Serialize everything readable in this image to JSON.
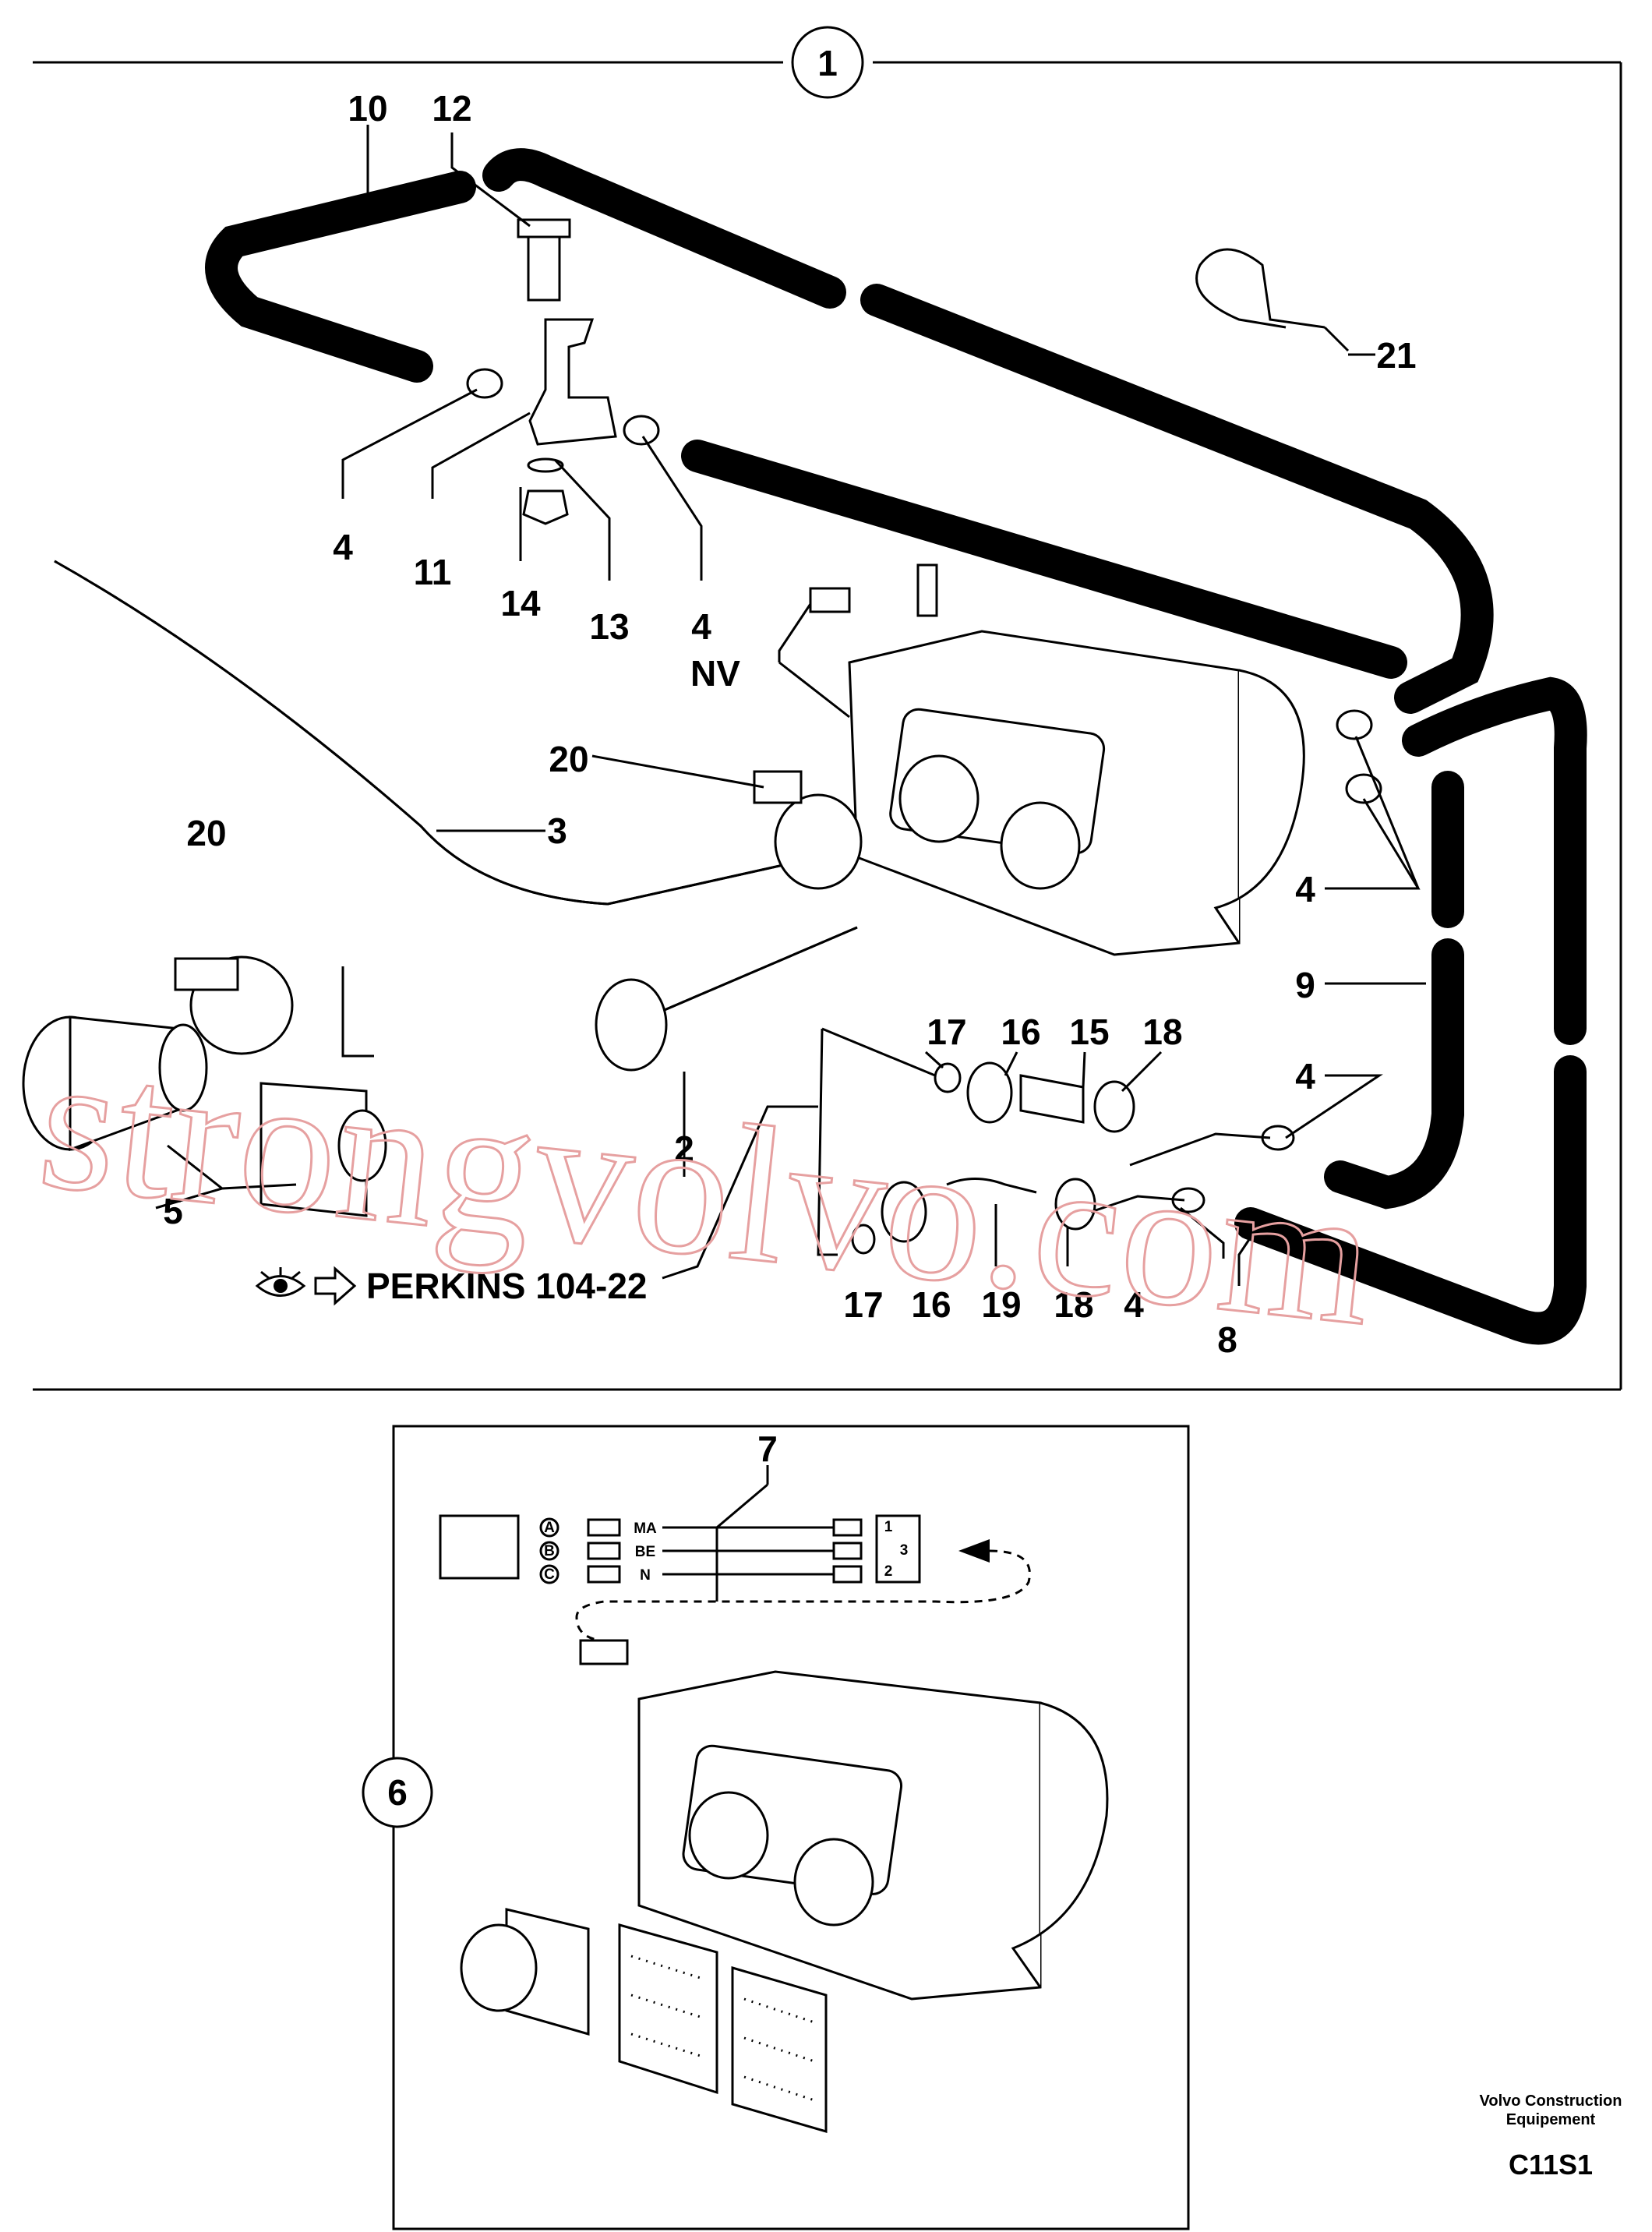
{
  "callouts": {
    "main": [
      "10",
      "12",
      "21",
      "4",
      "11",
      "14",
      "13",
      "4",
      "NV",
      "20",
      "3",
      "20",
      "4",
      "9",
      "17",
      "16",
      "15",
      "18",
      "4",
      "2",
      "5",
      "17",
      "16",
      "19",
      "18",
      "4",
      "8"
    ],
    "inset": [
      "7",
      "6"
    ],
    "section_main": "1",
    "perkins_ref": "PERKINS 104-22"
  },
  "wiring": {
    "connector_letters": [
      "A",
      "B",
      "C"
    ],
    "wire_codes": [
      "MA",
      "BE",
      "N"
    ],
    "pin_numbers": [
      "1",
      "2",
      "3"
    ]
  },
  "footer": {
    "brand_line1": "Volvo Construction",
    "brand_line2": "Equipement",
    "code": "C11S1"
  },
  "watermark": "strongvolvo.com"
}
